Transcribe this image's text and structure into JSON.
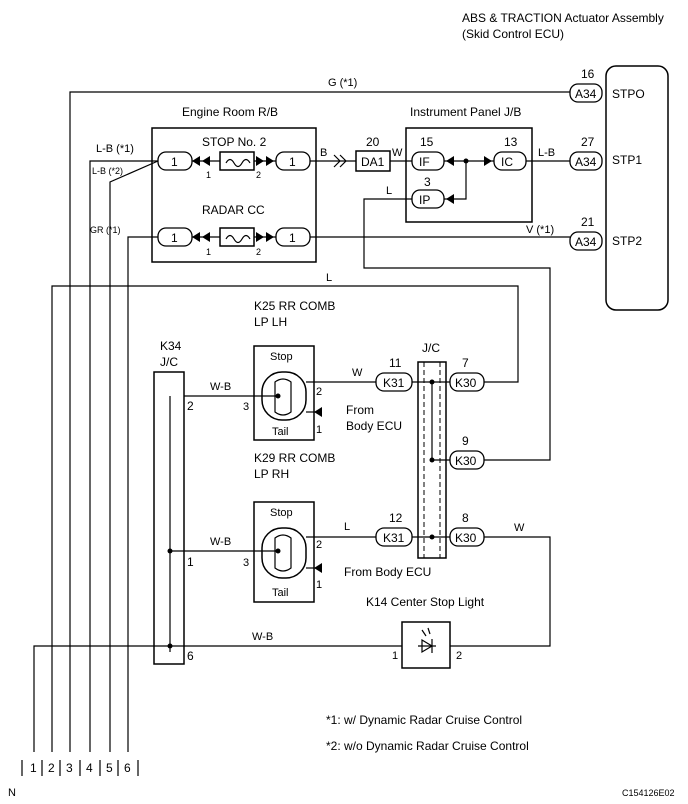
{
  "title": {
    "line1": "ABS & TRACTION Actuator Assembly",
    "line2": "(Skid Control ECU)"
  },
  "ecu": {
    "pins": [
      {
        "num": "16",
        "conn": "A34",
        "name": "STPO"
      },
      {
        "num": "27",
        "conn": "A34",
        "name": "STP1"
      },
      {
        "num": "21",
        "conn": "A34",
        "name": "STP2"
      }
    ]
  },
  "engine_rb": {
    "label": "Engine Room R/B",
    "stop_label": "STOP No. 2",
    "radar_label": "RADAR CC"
  },
  "ipjb": {
    "label": "Instrument Panel J/B"
  },
  "conn_labels": {
    "one": "1",
    "two": "2",
    "da1": "DA1",
    "n20": "20",
    "if": "IF",
    "ic": "IC",
    "ip": "IP",
    "n15": "15",
    "n13": "13",
    "n3": "3",
    "k31": "K31",
    "k30": "K30",
    "n11": "11",
    "n7": "7",
    "n9": "9",
    "n12": "12",
    "n8": "8"
  },
  "wires": {
    "g1": "G (*1)",
    "lb1": "L-B (*1)",
    "lb2": "L-B (*2)",
    "gr1": "GR (*1)",
    "b": "B",
    "w": "W",
    "lb": "L-B",
    "l": "L",
    "v1": "V (*1)",
    "wb": "W-B"
  },
  "k25": {
    "line1": "K25 RR COMB",
    "line2": "LP LH"
  },
  "k29": {
    "line1": "K29 RR COMB",
    "line2": "LP RH"
  },
  "k34": {
    "line1": "K34",
    "line2": "J/C"
  },
  "jc": "J/C",
  "lamp": {
    "stop": "Stop",
    "tail": "Tail"
  },
  "from_body": {
    "line1": "From",
    "line2": "Body ECU",
    "single": "From Body ECU"
  },
  "k14": "K14 Center Stop Light",
  "pins_misc": {
    "p1": "1",
    "p2": "2",
    "p3": "3",
    "p6": "6"
  },
  "notes": [
    "*1: w/ Dynamic Radar Cruise Control",
    "*2: w/o Dynamic Radar Cruise Control"
  ],
  "bottom_pins": [
    "1",
    "2",
    "3",
    "4",
    "5",
    "6"
  ],
  "corner_left": "N",
  "corner_right": "C154126E02"
}
